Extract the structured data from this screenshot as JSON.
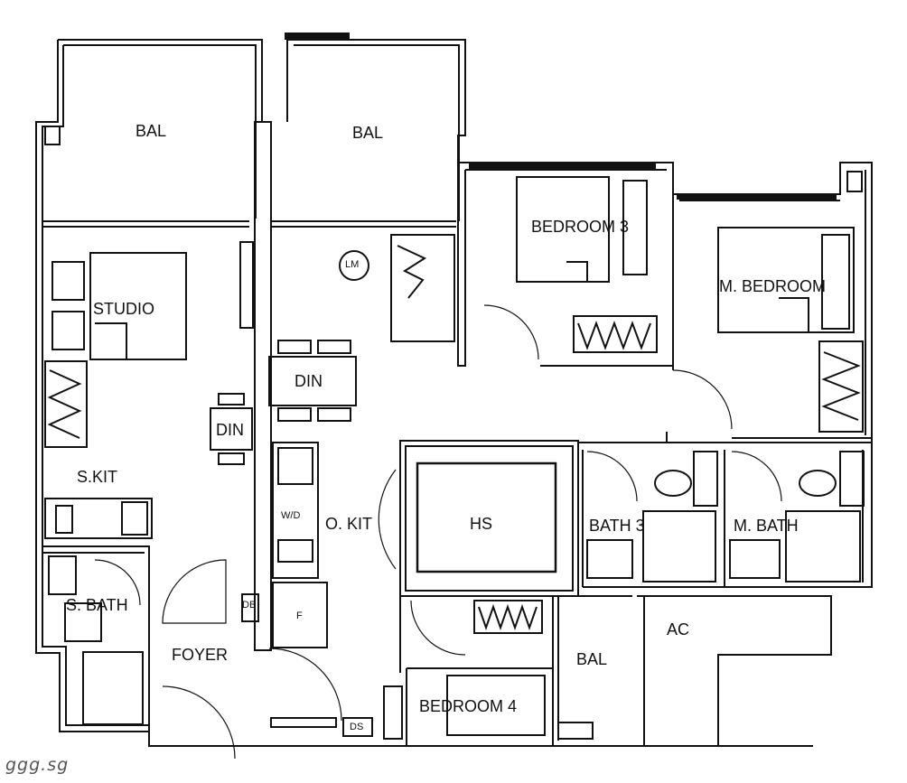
{
  "rooms": {
    "bal_1": "BAL",
    "bal_2": "BAL",
    "bedroom_3": "BEDROOM 3",
    "master_bedroom": "M. BEDROOM",
    "studio": "STUDIO",
    "living": "LM",
    "din_1": "DIN",
    "din_2": "DIN",
    "s_kit": "S.KIT",
    "o_kit": "O. KIT",
    "hs": "HS",
    "bath_3": "BATH 3",
    "m_bath": "M. BATH",
    "s_bath": "S. BATH",
    "foyer": "FOYER",
    "bedroom_4": "BEDROOM 4",
    "bal_3": "BAL",
    "ac": "AC"
  },
  "fixtures": {
    "wd": "W/D",
    "f": "F",
    "db": "DB",
    "ds": "DS"
  },
  "watermark": "ggg.sg"
}
